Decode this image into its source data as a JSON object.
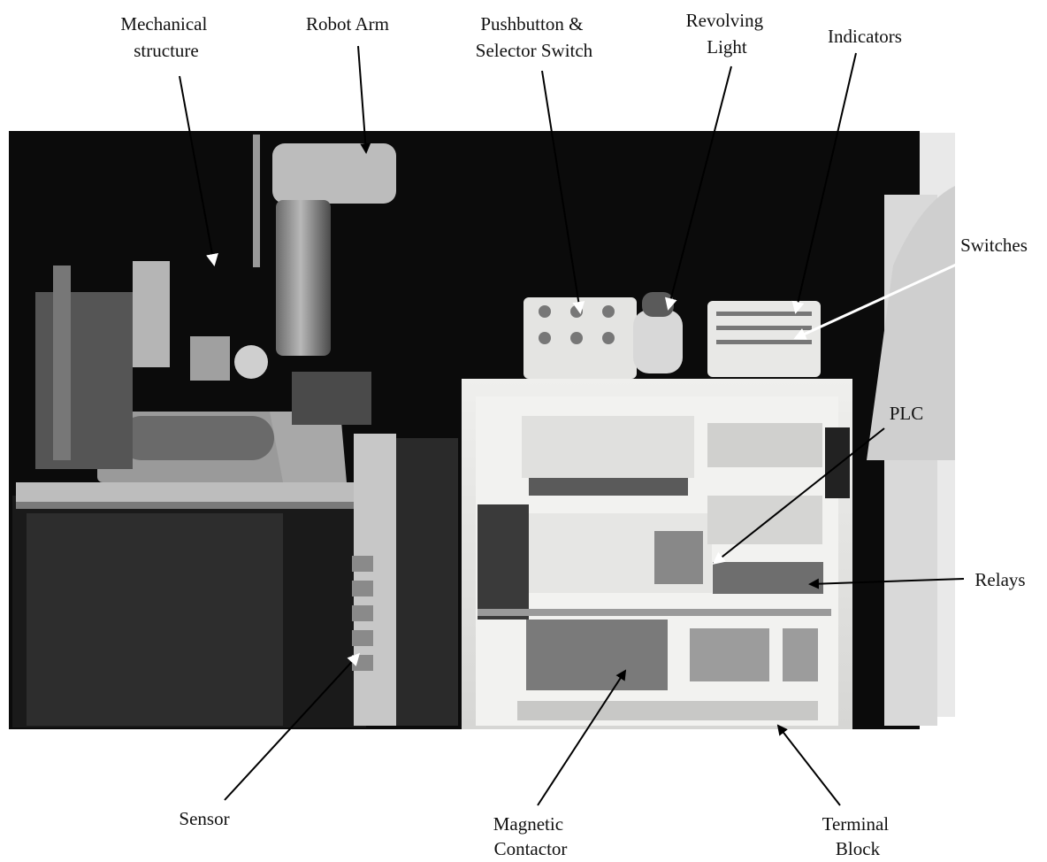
{
  "labels": {
    "mechanical_structure": [
      "Mechanical",
      "structure"
    ],
    "robot_arm": [
      "Robot Arm"
    ],
    "pushbutton_selector": [
      "Pushbutton &",
      "Selector Switch"
    ],
    "revolving_light": [
      "Revolving",
      "Light"
    ],
    "indicators": [
      "Indicators"
    ],
    "switches": [
      "Switches"
    ],
    "plc": [
      "PLC"
    ],
    "relays": [
      "Relays"
    ],
    "sensor": [
      "Sensor"
    ],
    "magnetic_contactor": [
      "Magnetic",
      "Contactor"
    ],
    "terminal_block": [
      "Terminal",
      "Block"
    ]
  },
  "colors": {
    "photo_dark": "#0b0b0b",
    "panel_light": "#e8e8e6",
    "arrow_black": "#000000",
    "arrow_white": "#ffffff"
  }
}
